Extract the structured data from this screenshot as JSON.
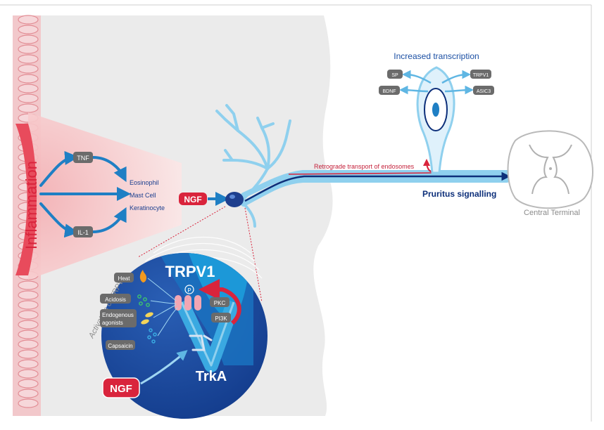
{
  "labels": {
    "inflammation": "Inflammation",
    "tnf": "TNF",
    "il1": "IL-1",
    "eosinophil": "Eosinophil",
    "mast_cell": "Mast Cell",
    "keratinocyte": "Keratinocyte",
    "ngf_top": "NGF",
    "increased_transcription": "Increased transcription",
    "sp": "SP",
    "bdnf": "BDNF",
    "trpv1_small": "TRPV1",
    "asic3": "ASIC3",
    "retrograde": "Retrograde transport of endosomes",
    "pruritus": "Pruritus signalling",
    "central_terminal": "Central Terminal",
    "activators": "Activators of TRPV1",
    "heat": "Heat",
    "acidosis": "Acidosis",
    "endogenous": "Endogenous",
    "agonists": "agonists",
    "capsaicin": "Capsaicin",
    "trpv1_big": "TRPV1",
    "pkc": "PKC",
    "pi3k": "PI3K",
    "trka": "TrkA",
    "ngf_bottom": "NGF",
    "p_marker": "P"
  },
  "colors": {
    "blue": "#1f7fc4",
    "dark_blue": "#0d2f7a",
    "red": "#d9243c",
    "pink": "#f7d2d4",
    "nerve": "#8fd0ee",
    "gray_box": "#6b6b6b",
    "skin": "#ececec"
  }
}
